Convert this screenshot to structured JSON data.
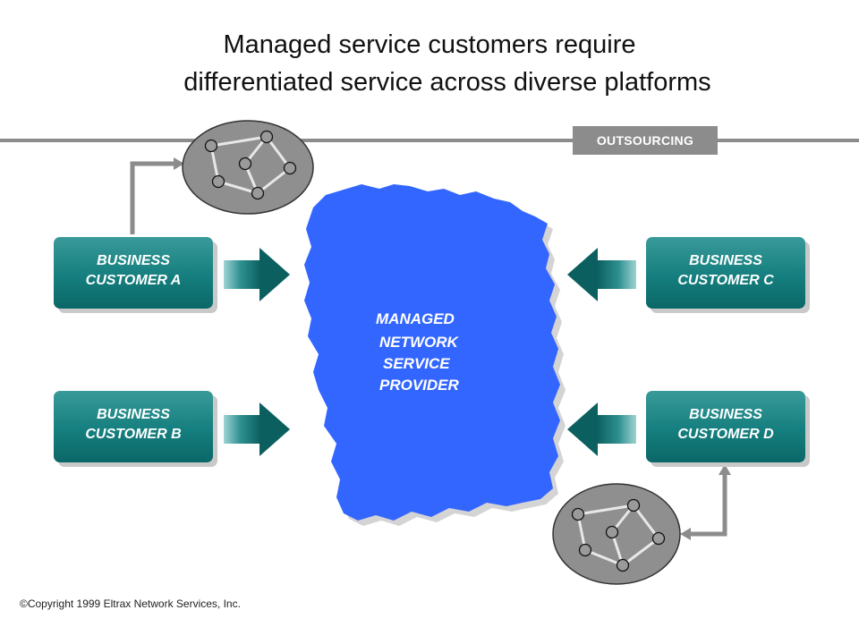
{
  "title": {
    "line1": "Managed service customers require",
    "line2": "differentiated service across diverse platforms"
  },
  "badge": {
    "label": "OUTSOURCING"
  },
  "customers": {
    "a": {
      "line1": "BUSINESS",
      "line2": "CUSTOMER  A"
    },
    "b": {
      "line1": "BUSINESS",
      "line2": "CUSTOMER  B"
    },
    "c": {
      "line1": "BUSINESS",
      "line2": "CUSTOMER  C"
    },
    "d": {
      "line1": "BUSINESS",
      "line2": "CUSTOMER  D"
    }
  },
  "provider": {
    "line1": "MANAGED",
    "line2": "NETWORK",
    "line3": "SERVICE",
    "line4": "PROVIDER"
  },
  "footer": {
    "copyright": "Copyright 1999 Eltrax Network Services, Inc."
  },
  "colors": {
    "customer_box": "#157e7e",
    "cloud": "#3366ff",
    "arrow": "#0f7070",
    "network_oval": "#8f8f8f",
    "rule_line": "#8c8c8c"
  }
}
